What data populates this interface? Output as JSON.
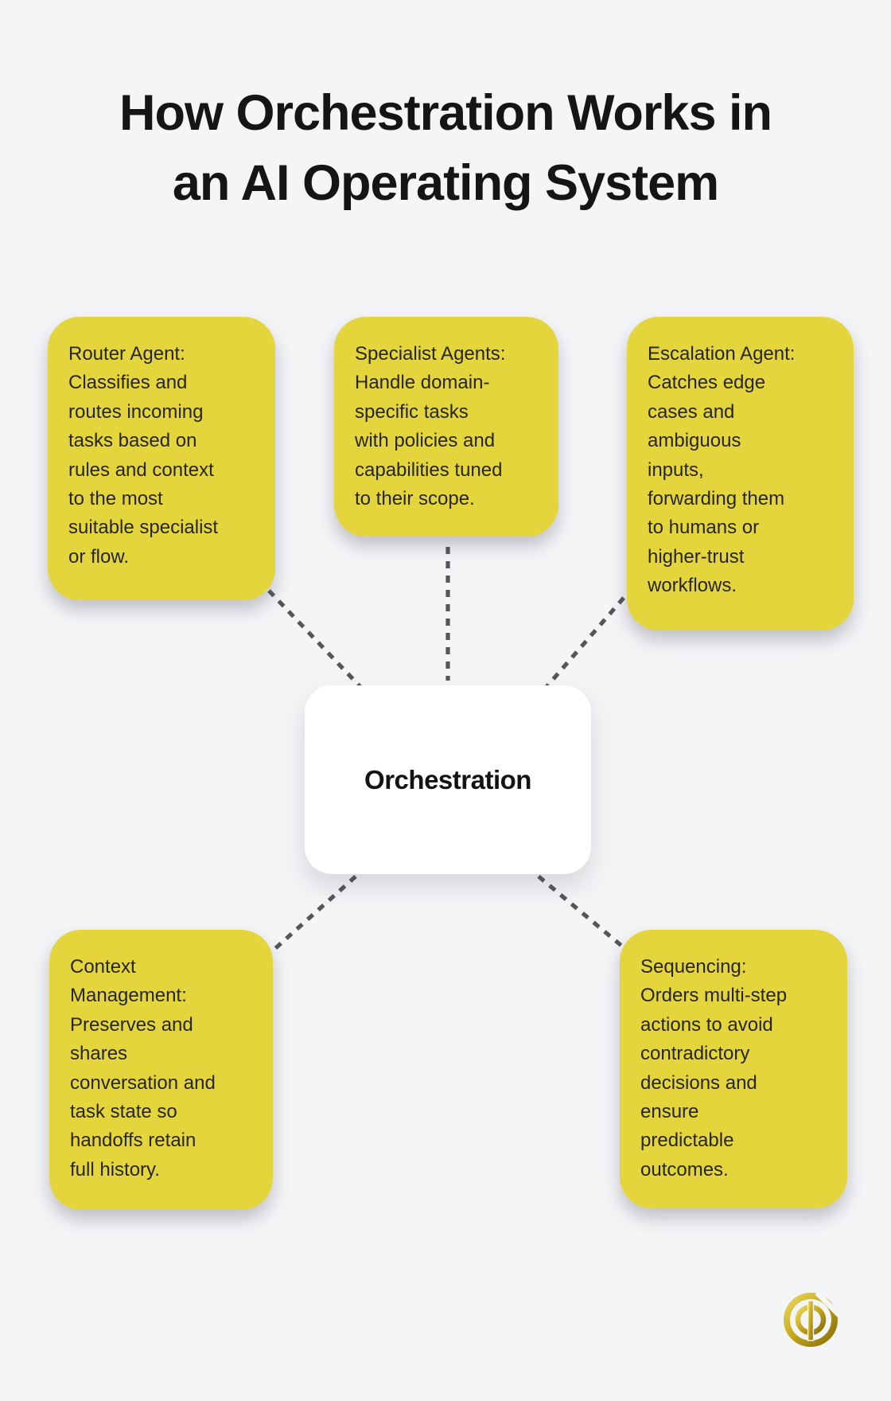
{
  "title": {
    "line1": "How Orchestration Works in",
    "line2": "an AI Operating System"
  },
  "center_node": {
    "label": "Orchestration"
  },
  "nodes": [
    {
      "id": "router-agent",
      "text": "Router Agent:\nClassifies and\nroutes incoming\ntasks based on\nrules and context\nto the most\nsuitable specialist\nor flow."
    },
    {
      "id": "specialist-agents",
      "text": "Specialist Agents:\nHandle domain-\nspecific tasks\nwith policies and\ncapabilities tuned\nto their scope."
    },
    {
      "id": "escalation-agent",
      "text": "Escalation Agent:\nCatches edge\ncases and\nambiguous\ninputs,\nforwarding them\nto humans or\nhigher-trust\nworkflows."
    },
    {
      "id": "context-management",
      "text": "Context\nManagement:\nPreserves and\nshares\nconversation and\ntask state so\nhandoffs retain\nfull history."
    },
    {
      "id": "sequencing",
      "text": "Sequencing:\nOrders multi-step\nactions to avoid\ncontradictory\ndecisions and\nensure\npredictable\noutcomes."
    }
  ],
  "colors": {
    "background": "#f4f5f7",
    "node_fill": "#e5d53c",
    "node_text": "#262626",
    "title_text": "#151515",
    "center_fill": "#ffffff",
    "connector": "#55565a",
    "logo_gold_light": "#ead85e",
    "logo_gold_mid": "#c7a91f",
    "logo_gold_dark": "#8a6d06"
  },
  "logo": {
    "name": "gold-q-emblem"
  }
}
